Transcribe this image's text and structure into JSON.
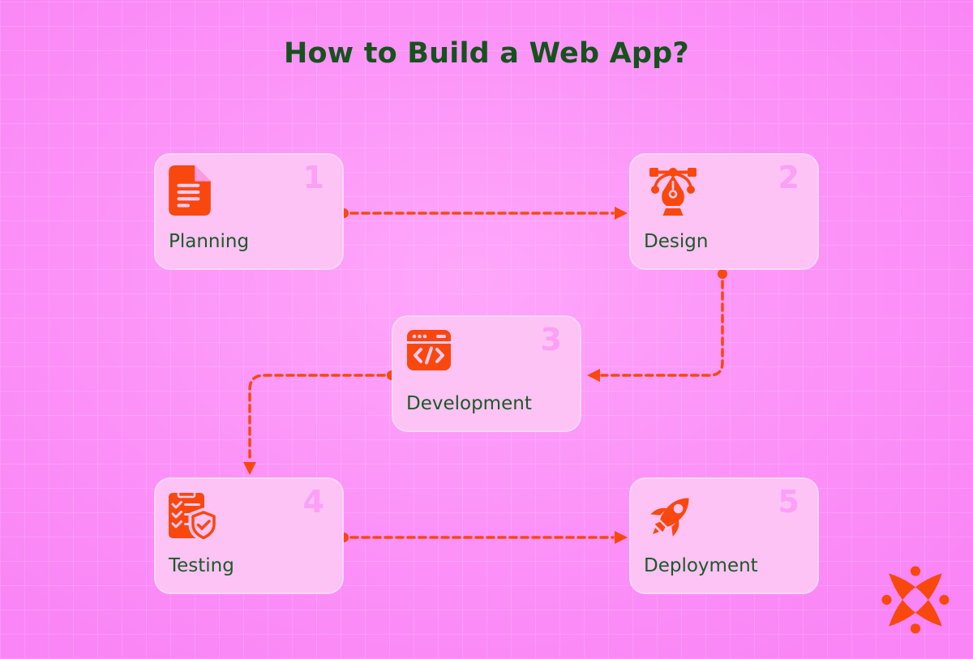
{
  "title": "How to Build a Web App?",
  "steps": [
    {
      "number": "1",
      "label": "Planning",
      "icon": "document-icon"
    },
    {
      "number": "2",
      "label": "Design",
      "icon": "pen-tool-icon"
    },
    {
      "number": "3",
      "label": "Development",
      "icon": "code-window-icon"
    },
    {
      "number": "4",
      "label": "Testing",
      "icon": "checklist-shield-icon"
    },
    {
      "number": "5",
      "label": "Deployment",
      "icon": "rocket-icon"
    }
  ],
  "logo": {
    "name": "four-point-star-logo"
  },
  "colors": {
    "background": "#FC93F8",
    "background_light": "#FEA7FA",
    "background_deep": "#FA85F6",
    "card_fill": "#FCC3F4",
    "card_border": "#FBD5F8",
    "step_number": "#FC9FF7",
    "accent_orange": "#F9480D",
    "icon_detail_pink": "#FDC9F3",
    "document_fold_pink": "#FC9BE2",
    "title_green": "#15521C",
    "label_green": "#1B5A25"
  }
}
